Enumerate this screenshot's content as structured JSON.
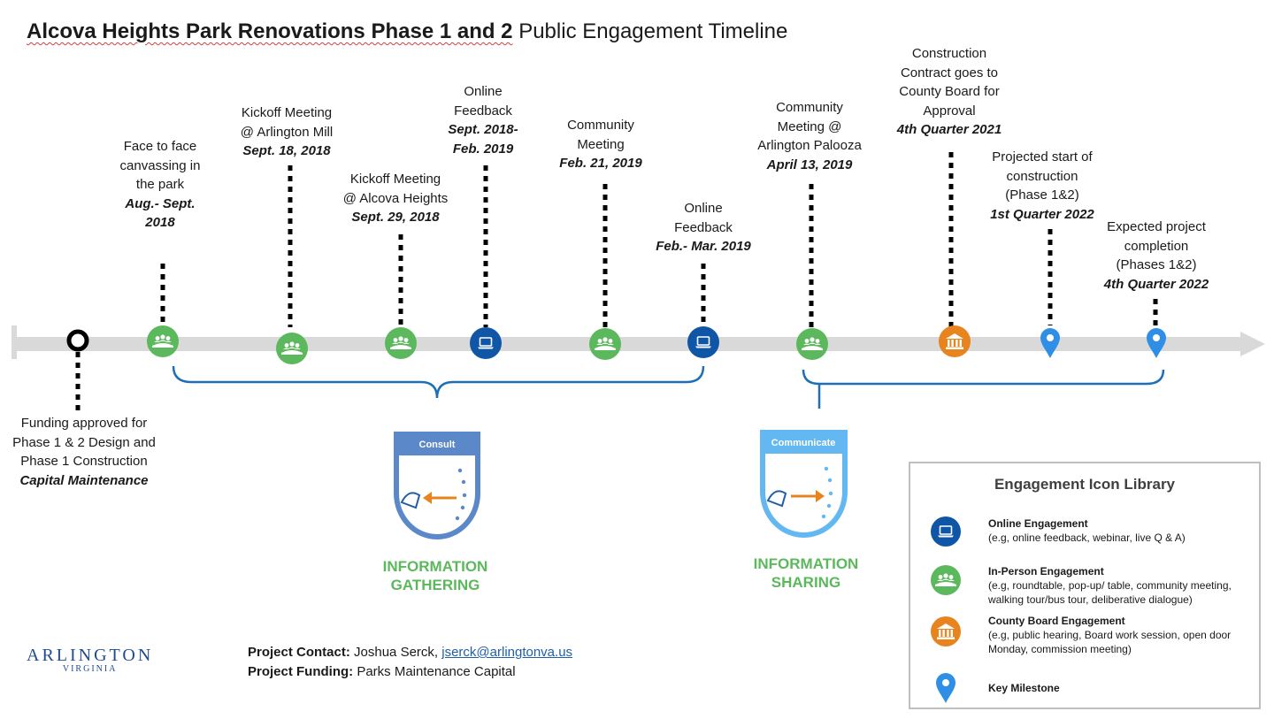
{
  "title": {
    "bold": "Alcova Heights Park Renovations Phase 1 and 2",
    "rest": " Public Engagement Timeline"
  },
  "milestones": [
    {
      "id": "funding",
      "lines": [
        "Funding approved for",
        "Phase 1 & 2 Design and",
        "Phase 1 Construction"
      ],
      "date": "Capital Maintenance",
      "type": "start"
    },
    {
      "id": "canvassing",
      "lines": [
        "Face to face",
        "canvassing in",
        "the park"
      ],
      "date": "Aug.- Sept. 2018",
      "type": "in-person"
    },
    {
      "id": "kickoff-mill",
      "lines": [
        "Kickoff Meeting",
        "@ Arlington Mill"
      ],
      "date": "Sept. 18, 2018",
      "type": "in-person"
    },
    {
      "id": "kickoff-alcova",
      "lines": [
        "Kickoff Meeting",
        "@ Alcova Heights"
      ],
      "date": "Sept. 29, 2018",
      "type": "in-person"
    },
    {
      "id": "online-1",
      "lines": [
        "Online",
        "Feedback"
      ],
      "date": "Sept. 2018- Feb. 2019",
      "type": "online"
    },
    {
      "id": "community-1",
      "lines": [
        "Community",
        "Meeting"
      ],
      "date": "Feb. 21, 2019",
      "type": "in-person"
    },
    {
      "id": "online-2",
      "lines": [
        "Online",
        "Feedback"
      ],
      "date": "Feb.- Mar. 2019",
      "type": "online"
    },
    {
      "id": "community-2",
      "lines": [
        "Community",
        "Meeting @",
        "Arlington Palooza"
      ],
      "date": "April 13, 2019",
      "type": "in-person"
    },
    {
      "id": "board",
      "lines": [
        "Construction",
        "Contract goes to",
        "County Board for",
        "Approval"
      ],
      "date": "4th Quarter 2021",
      "type": "county-board"
    },
    {
      "id": "start",
      "lines": [
        "Projected start of",
        "construction",
        "(Phase 1&2)"
      ],
      "date": "1st Quarter 2022",
      "type": "key-milestone"
    },
    {
      "id": "completion",
      "lines": [
        "Expected project",
        "completion",
        "(Phases 1&2)"
      ],
      "date": "4th Quarter 2022",
      "type": "key-milestone"
    }
  ],
  "phases": {
    "consult": {
      "badge": "Consult",
      "label_1": "INFORMATION",
      "label_2": "GATHERING"
    },
    "communicate": {
      "badge": "Communicate",
      "label_1": "INFORMATION",
      "label_2": "SHARING"
    }
  },
  "legend": {
    "title": "Engagement Icon Library",
    "items": [
      {
        "icon": "laptop-icon",
        "name": "Online Engagement",
        "desc": [
          "(e.g, online feedback, webinar, live Q & A)"
        ]
      },
      {
        "icon": "people-icon",
        "name": "In-Person Engagement",
        "desc": [
          "(e.g, roundtable, pop-up/ table, community meeting,",
          "walking tour/bus tour, deliberative dialogue)"
        ]
      },
      {
        "icon": "courthouse-icon",
        "name": "County Board Engagement",
        "desc": [
          "(e.g, public hearing, Board work session, open door",
          "Monday, commission meeting)"
        ]
      },
      {
        "icon": "map-pin-icon",
        "name": "Key Milestone",
        "desc": []
      }
    ]
  },
  "footer": {
    "contact_label": "Project Contact:",
    "contact_name": " Joshua Serck, ",
    "contact_email": "jserck@arlingtonva.us",
    "funding_label": "Project Funding:",
    "funding_value": " Parks Maintenance Capital"
  },
  "logo": {
    "name": "ARLINGTON",
    "sub": "VIRGINIA"
  },
  "colors": {
    "online": "#0f56a6",
    "in_person": "#5cb85c",
    "county_board": "#e8841e",
    "milestone": "#2f8fe6",
    "bracket": "#1f6fb8",
    "axis": "#d9d9d9",
    "consult": "#5b88c8",
    "communicate": "#64b8f2"
  }
}
